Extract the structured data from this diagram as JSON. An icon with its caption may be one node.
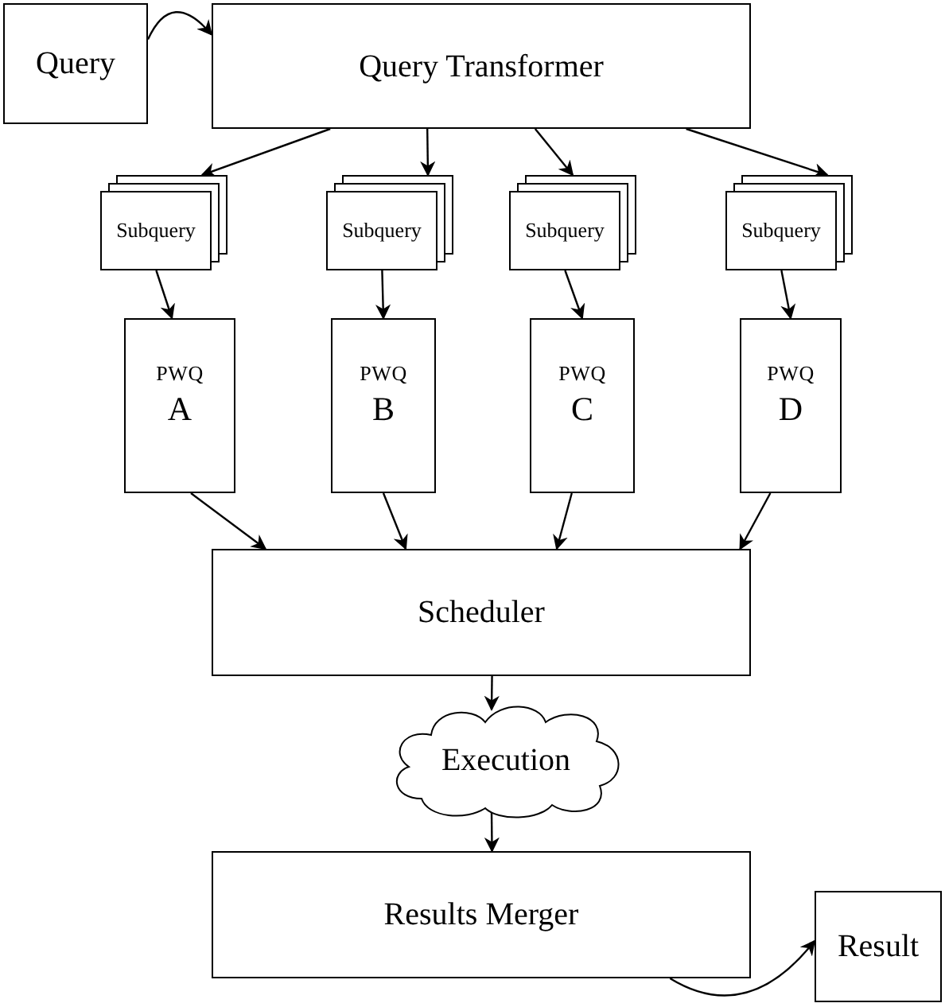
{
  "diagram": {
    "nodes": [
      {
        "text": [
          "Query"
        ]
      },
      {
        "text": [
          "Query Transformer"
        ]
      },
      {
        "text": [
          "Subquery"
        ]
      },
      {
        "text": [
          "Subquery"
        ]
      },
      {
        "text": [
          "Subquery"
        ]
      },
      {
        "text": [
          "Subquery"
        ]
      },
      {
        "text": [
          "PWQ",
          "A"
        ]
      },
      {
        "text": [
          "PWQ",
          "B"
        ]
      },
      {
        "text": [
          "PWQ",
          "C"
        ]
      },
      {
        "text": [
          "PWQ",
          "D"
        ]
      },
      {
        "text": [
          "Scheduler"
        ]
      },
      {
        "text": [
          "Execution"
        ]
      },
      {
        "text": [
          "Results Merger"
        ]
      },
      {
        "text": [
          "Result"
        ]
      }
    ],
    "edges": [
      {
        "from": 0,
        "to": 1,
        "arrow": "to"
      },
      {
        "from": 1,
        "to": 2,
        "arrow": "to"
      },
      {
        "from": 1,
        "to": 3,
        "arrow": "to"
      },
      {
        "from": 1,
        "to": 4,
        "arrow": "to"
      },
      {
        "from": 1,
        "to": 5,
        "arrow": "to"
      },
      {
        "from": 2,
        "to": 6,
        "arrow": "to"
      },
      {
        "from": 3,
        "to": 7,
        "arrow": "to"
      },
      {
        "from": 4,
        "to": 8,
        "arrow": "to"
      },
      {
        "from": 5,
        "to": 9,
        "arrow": "to"
      },
      {
        "from": 6,
        "to": 10,
        "arrow": "to"
      },
      {
        "from": 7,
        "to": 10,
        "arrow": "to"
      },
      {
        "from": 8,
        "to": 10,
        "arrow": "to"
      },
      {
        "from": 9,
        "to": 10,
        "arrow": "to"
      },
      {
        "from": 10,
        "to": 11,
        "arrow": "to"
      },
      {
        "from": 11,
        "to": 12,
        "arrow": "to"
      },
      {
        "from": 12,
        "to": 13,
        "arrow": "to"
      }
    ]
  }
}
